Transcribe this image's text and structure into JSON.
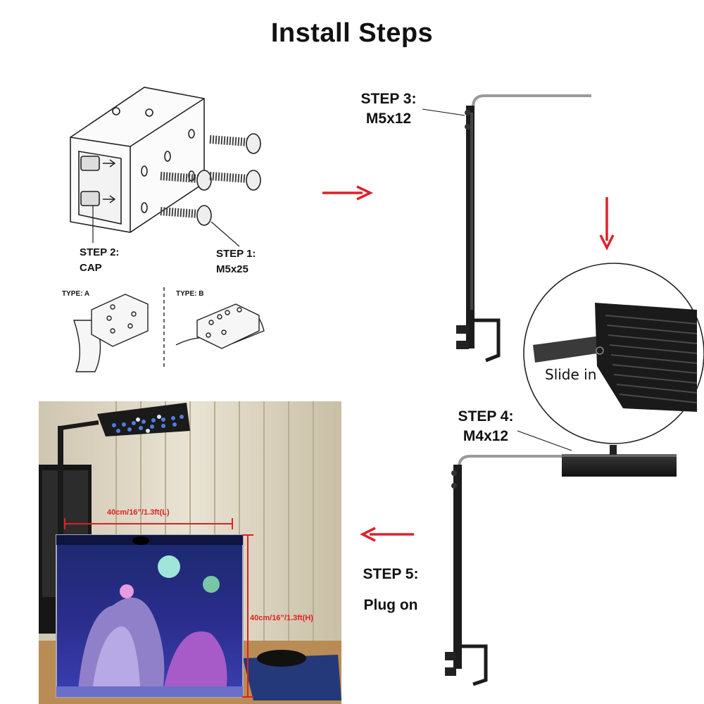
{
  "title": "Install Steps",
  "clamp_diagram": {
    "step2": {
      "line1": "STEP 2:",
      "line2": "CAP"
    },
    "step1": {
      "line1": "STEP 1:",
      "line2": "M5x25"
    },
    "type_a": "TYPE:  A",
    "type_b": "TYPE:  B"
  },
  "step3": {
    "line1": "STEP 3:",
    "line2": "M5x12"
  },
  "slide_in": "Slide in",
  "step4": {
    "line1": "STEP 4:",
    "line2": "M4x12"
  },
  "step5": {
    "line1": "STEP 5:",
    "line2": "Plug on"
  },
  "photo": {
    "length_label": "40cm/16”/1.3ft(L)",
    "height_label": "40cm/16”/1.3ft(H)"
  },
  "colors": {
    "arrow": "#e0202a",
    "dimension": "#e02020",
    "bracket": "#1a1a1a"
  }
}
